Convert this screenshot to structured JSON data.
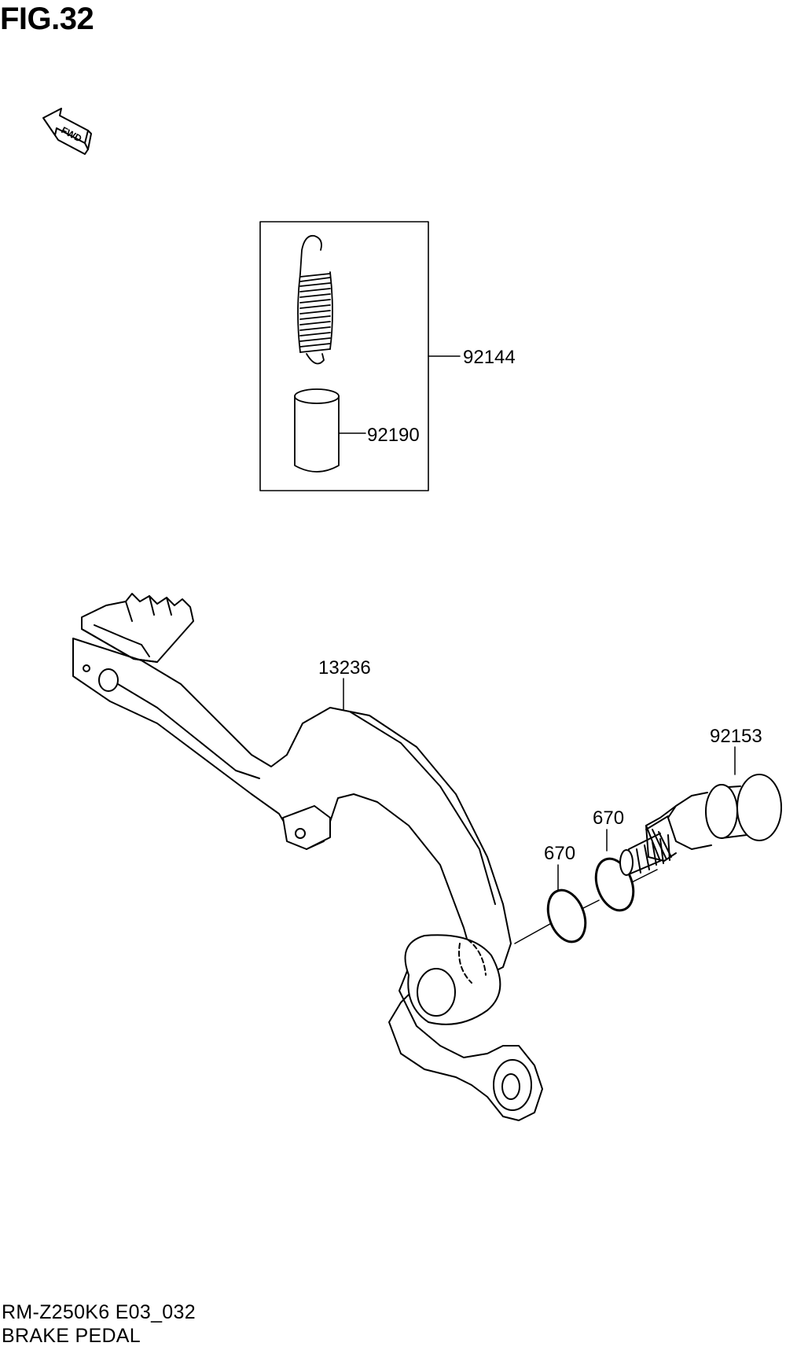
{
  "figure": {
    "title": "FIG.32",
    "code": "RM-Z250K6 E03_032",
    "name": "BRAKE PEDAL"
  },
  "fwd_label": "FWD",
  "callouts": [
    {
      "id": "92144"
    },
    {
      "id": "92190"
    },
    {
      "id": "13236"
    },
    {
      "id": "92153"
    },
    {
      "id": "670"
    },
    {
      "id": "670"
    }
  ]
}
